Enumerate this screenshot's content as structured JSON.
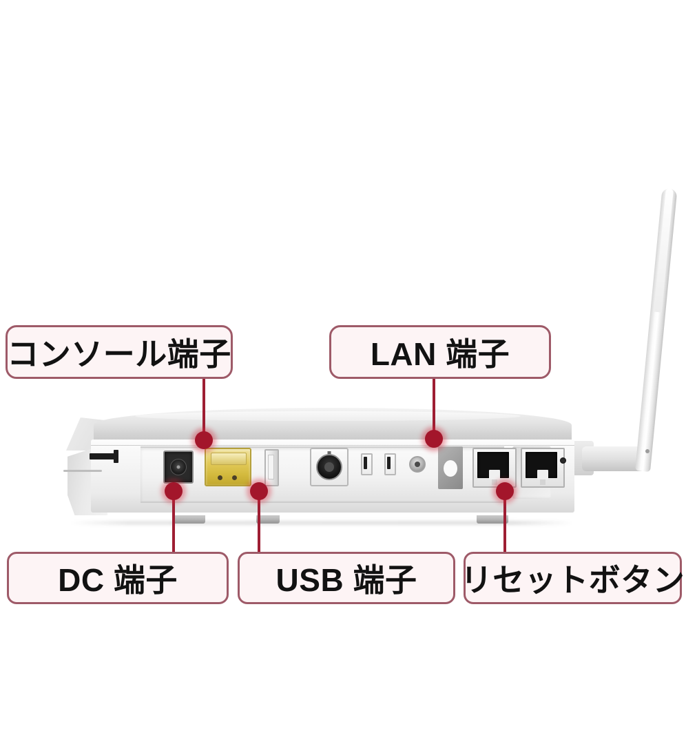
{
  "diagram": {
    "title": "無線ルーター背面端子図",
    "subject": "wireless-router-rear-panel",
    "accent_border_color": "#9e5a68",
    "accent_line_color": "#9e1e33",
    "marker_color": "#a3162b",
    "label_bg_color": "#fdf4f5",
    "background_color": "#ffffff"
  },
  "callouts": [
    {
      "id": "console",
      "label": "コンソール端子",
      "position": "top-left"
    },
    {
      "id": "lan",
      "label": "LAN 端子",
      "position": "top-right"
    },
    {
      "id": "dc",
      "label": "DC 端子",
      "position": "bottom-left"
    },
    {
      "id": "usb",
      "label": "USB 端子",
      "position": "bottom-center"
    },
    {
      "id": "reset",
      "label": "リセットボタン",
      "position": "bottom-right"
    }
  ],
  "device": {
    "ports": [
      {
        "id": "lock-slot",
        "name": "security-lock-slot",
        "color": "#1c1c1c"
      },
      {
        "id": "dc-jack",
        "name": "dc-power-jack",
        "color": "#2a2a2a"
      },
      {
        "id": "console-port",
        "name": "console-port",
        "color": "#d3b93d"
      },
      {
        "id": "usb-port",
        "name": "usb-port",
        "color": "#e6e6e6"
      },
      {
        "id": "din-port",
        "name": "din-connector",
        "color": "#161616"
      },
      {
        "id": "mini-slot-1",
        "name": "mini-slot",
        "color": "#1f1f1f"
      },
      {
        "id": "mini-slot-2",
        "name": "mini-slot",
        "color": "#1f1f1f"
      },
      {
        "id": "round-jack",
        "name": "round-jack",
        "color": "#7e7e7e"
      },
      {
        "id": "gray-block",
        "name": "gray-block",
        "color": "#9d9d9d"
      },
      {
        "id": "lan-port-1",
        "name": "lan-port",
        "color": "#111111"
      },
      {
        "id": "lan-port-2",
        "name": "lan-port",
        "color": "#111111"
      },
      {
        "id": "reset-pinhole",
        "name": "reset-pinhole",
        "color": "#2a2a2a"
      }
    ],
    "lan_port_captions": [
      "",
      ""
    ],
    "antenna": {
      "name": "wifi-antenna",
      "color": "#ffffff"
    },
    "body_color": "#f6f6f6"
  }
}
